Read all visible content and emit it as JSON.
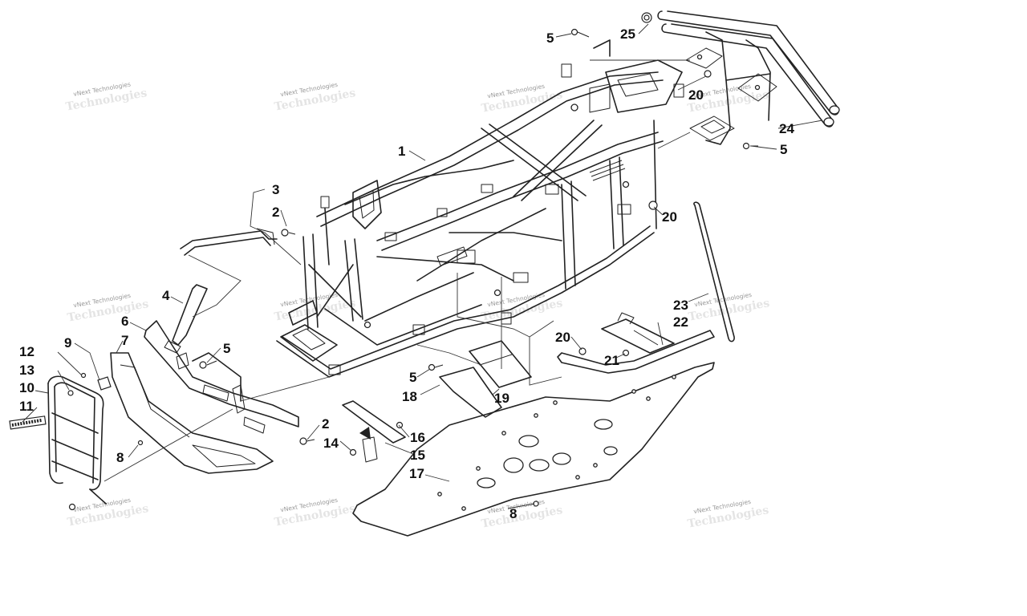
{
  "watermark": {
    "text": "vNext Technologies",
    "shadow_text": "Technologies"
  },
  "callouts": [
    {
      "id": "c1",
      "label": "1"
    },
    {
      "id": "c2a",
      "label": "2"
    },
    {
      "id": "c2b",
      "label": "2"
    },
    {
      "id": "c3",
      "label": "3"
    },
    {
      "id": "c4",
      "label": "4"
    },
    {
      "id": "c5a",
      "label": "5"
    },
    {
      "id": "c5b",
      "label": "5"
    },
    {
      "id": "c5c",
      "label": "5"
    },
    {
      "id": "c5d",
      "label": "5"
    },
    {
      "id": "c6",
      "label": "6"
    },
    {
      "id": "c7",
      "label": "7"
    },
    {
      "id": "c8a",
      "label": "8"
    },
    {
      "id": "c8b",
      "label": "8"
    },
    {
      "id": "c9",
      "label": "9"
    },
    {
      "id": "c10",
      "label": "10"
    },
    {
      "id": "c11",
      "label": "11"
    },
    {
      "id": "c12",
      "label": "12"
    },
    {
      "id": "c13",
      "label": "13"
    },
    {
      "id": "c14",
      "label": "14"
    },
    {
      "id": "c15",
      "label": "15"
    },
    {
      "id": "c16",
      "label": "16"
    },
    {
      "id": "c17",
      "label": "17"
    },
    {
      "id": "c18",
      "label": "18"
    },
    {
      "id": "c19",
      "label": "19"
    },
    {
      "id": "c20a",
      "label": "20"
    },
    {
      "id": "c20b",
      "label": "20"
    },
    {
      "id": "c20c",
      "label": "20"
    },
    {
      "id": "c21",
      "label": "21"
    },
    {
      "id": "c22",
      "label": "22"
    },
    {
      "id": "c23",
      "label": "23"
    },
    {
      "id": "c24",
      "label": "24"
    },
    {
      "id": "c25",
      "label": "25"
    }
  ]
}
